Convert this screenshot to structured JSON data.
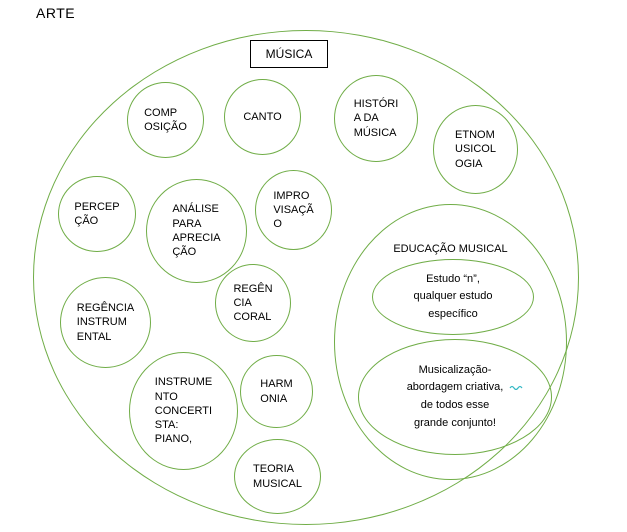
{
  "colors": {
    "circle_stroke": "#70ad47",
    "text": "#000000",
    "musica_box_border": "#000000",
    "squiggle": "#33b8c4"
  },
  "labels": {
    "arte": "ARTE",
    "musica": "MÚSICA"
  },
  "circles": {
    "composicao": "COMP\nOSIÇÃO",
    "canto": "CANTO",
    "historia_da_musica": "HISTÓRI\nA DA\nMÚSICA",
    "etnomusicologia": "ETNOM\nUSICOL\nOGIA",
    "percepcao": "PERCEP\nÇÃO",
    "analise_para_apreciacao": "ANÁLISE\nPARA\nAPRECIA\nÇÃO",
    "improvisacao": "IMPRO\nVISAÇÃ\nO",
    "regencia_instrumental": "REGÊNCIA\nINSTRUM\nENTAL",
    "regencia_coral": "REGÊN\nCIA\nCORAL",
    "instrumento_concertista": "INSTRUME\nNTO\nCONCERTI\nSTA:\nPIANO,",
    "harmonia": "HARM\nONIA",
    "teoria_musical": "TEORIA\nMUSICAL",
    "educacao_musical": "EDUCAÇÃO MUSICAL",
    "estudo_n": "Estudo “n”,\nqualquer estudo\nespecífico",
    "musicalizacao": "Musicalização-\nabordagem criativa,\nde todos esse\ngrande conjunto!"
  }
}
